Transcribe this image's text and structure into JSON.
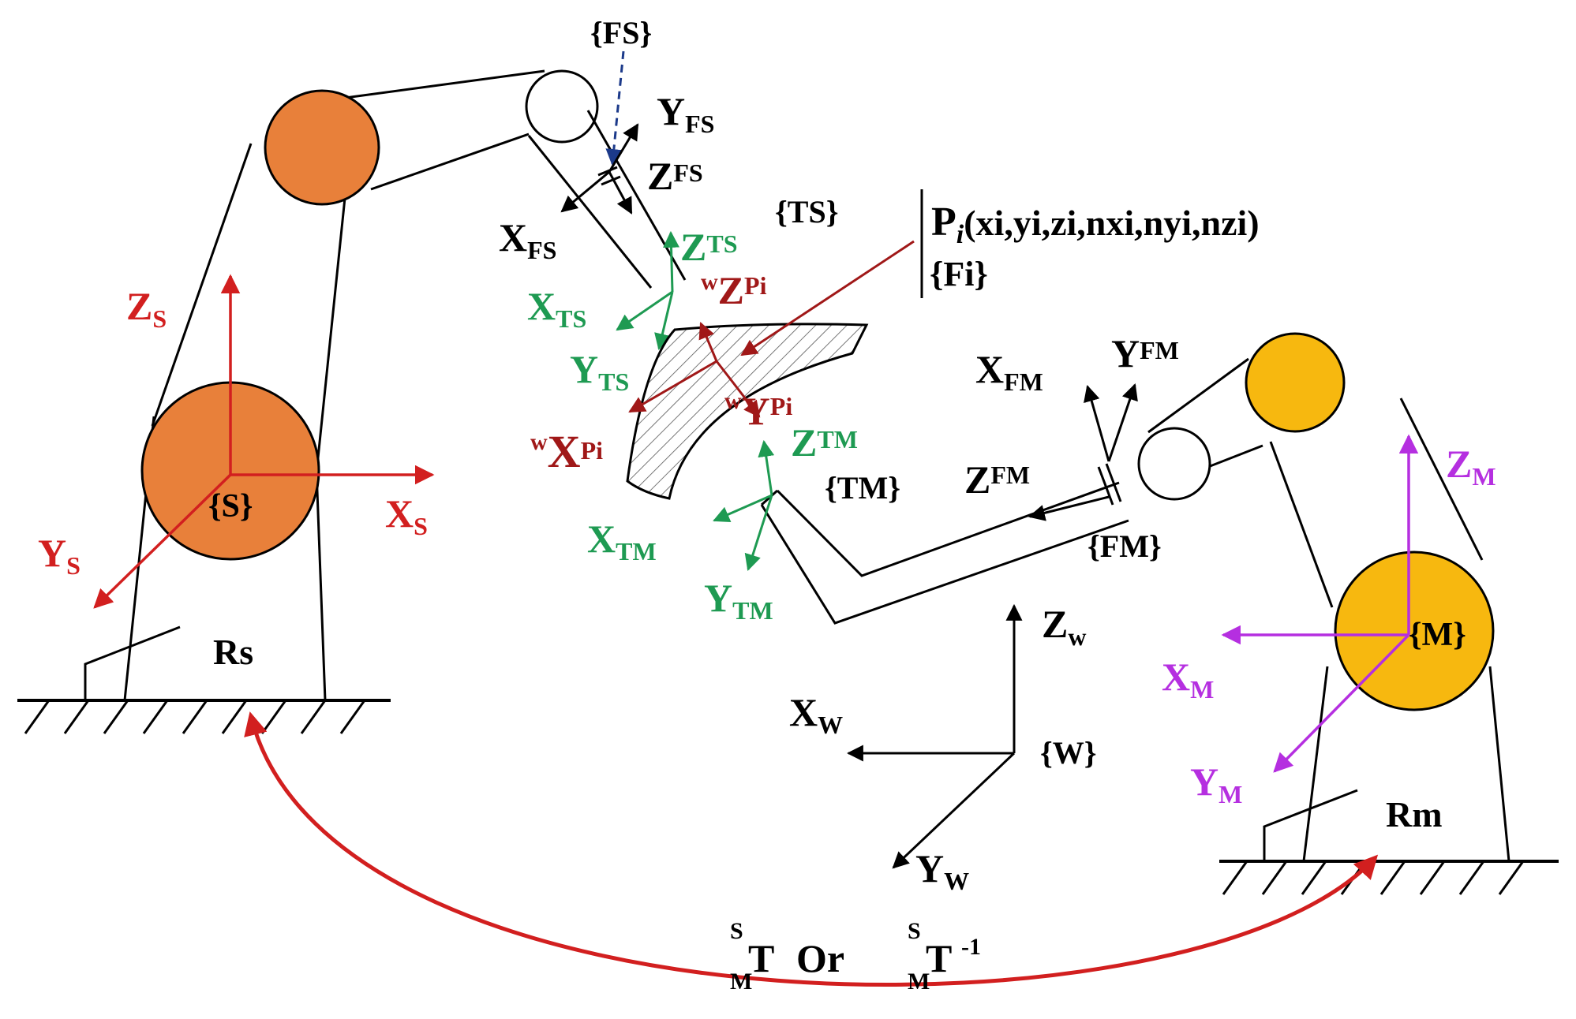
{
  "colors": {
    "slave_frame": "#d21f1f",
    "master_frame": "#b52fe0",
    "tool_frame": "#1e9a52",
    "point_frame": "#a01818",
    "force_sensor_pointer": "#1c3a8a",
    "slave_joints": "#e8803a",
    "master_joints": "#f7b80f",
    "outline": "#000000"
  },
  "slave_robot": {
    "base_label": "Rs",
    "frame": {
      "name": "{S}",
      "x": "X",
      "x_sub": "S",
      "y": "Y",
      "y_sub": "S",
      "z": "Z",
      "z_sub": "S"
    }
  },
  "master_robot": {
    "base_label": "Rm",
    "frame": {
      "name": "{M}",
      "x": "X",
      "x_sub": "M",
      "y": "Y",
      "y_sub": "M",
      "z": "Z",
      "z_sub": "M"
    }
  },
  "force_sensor_slave": {
    "name": "{FS}",
    "x": "X",
    "x_sub": "FS",
    "y": "Y",
    "y_sub": "FS",
    "z": "Z",
    "z_sub": "FS"
  },
  "tool_slave": {
    "name": "{TS}",
    "x": "X",
    "x_sub": "TS",
    "y": "Y",
    "y_sub": "TS",
    "z": "Z",
    "z_sub": "TS"
  },
  "force_sensor_master": {
    "name": "{FM}",
    "x": "X",
    "x_sub": "FM",
    "y": "Y",
    "y_sub": "FM",
    "z": "Z",
    "z_sub": "FM"
  },
  "tool_master": {
    "name": "{TM}",
    "x": "X",
    "x_sub": "TM",
    "y": "Y",
    "y_sub": "TM",
    "z": "Z",
    "z_sub": "TM"
  },
  "world_frame": {
    "name": "{W}",
    "x": "X",
    "x_sub": "W",
    "y": "Y",
    "y_sub": "W",
    "z": "Z",
    "z_sub": "w"
  },
  "point_frame": {
    "pre": "w",
    "x": "X",
    "y": "Y",
    "z": "Z",
    "sub": "Pi",
    "point_label": "P",
    "point_label_sub": "i",
    "point_coords": "(xi,yi,zi,nxi,nyi,nzi)",
    "frame_name": "{Fi}"
  },
  "transform": {
    "sup": "S",
    "sub": "M",
    "symbol": "T",
    "connector": "Or",
    "inverse_exp": "-1"
  }
}
